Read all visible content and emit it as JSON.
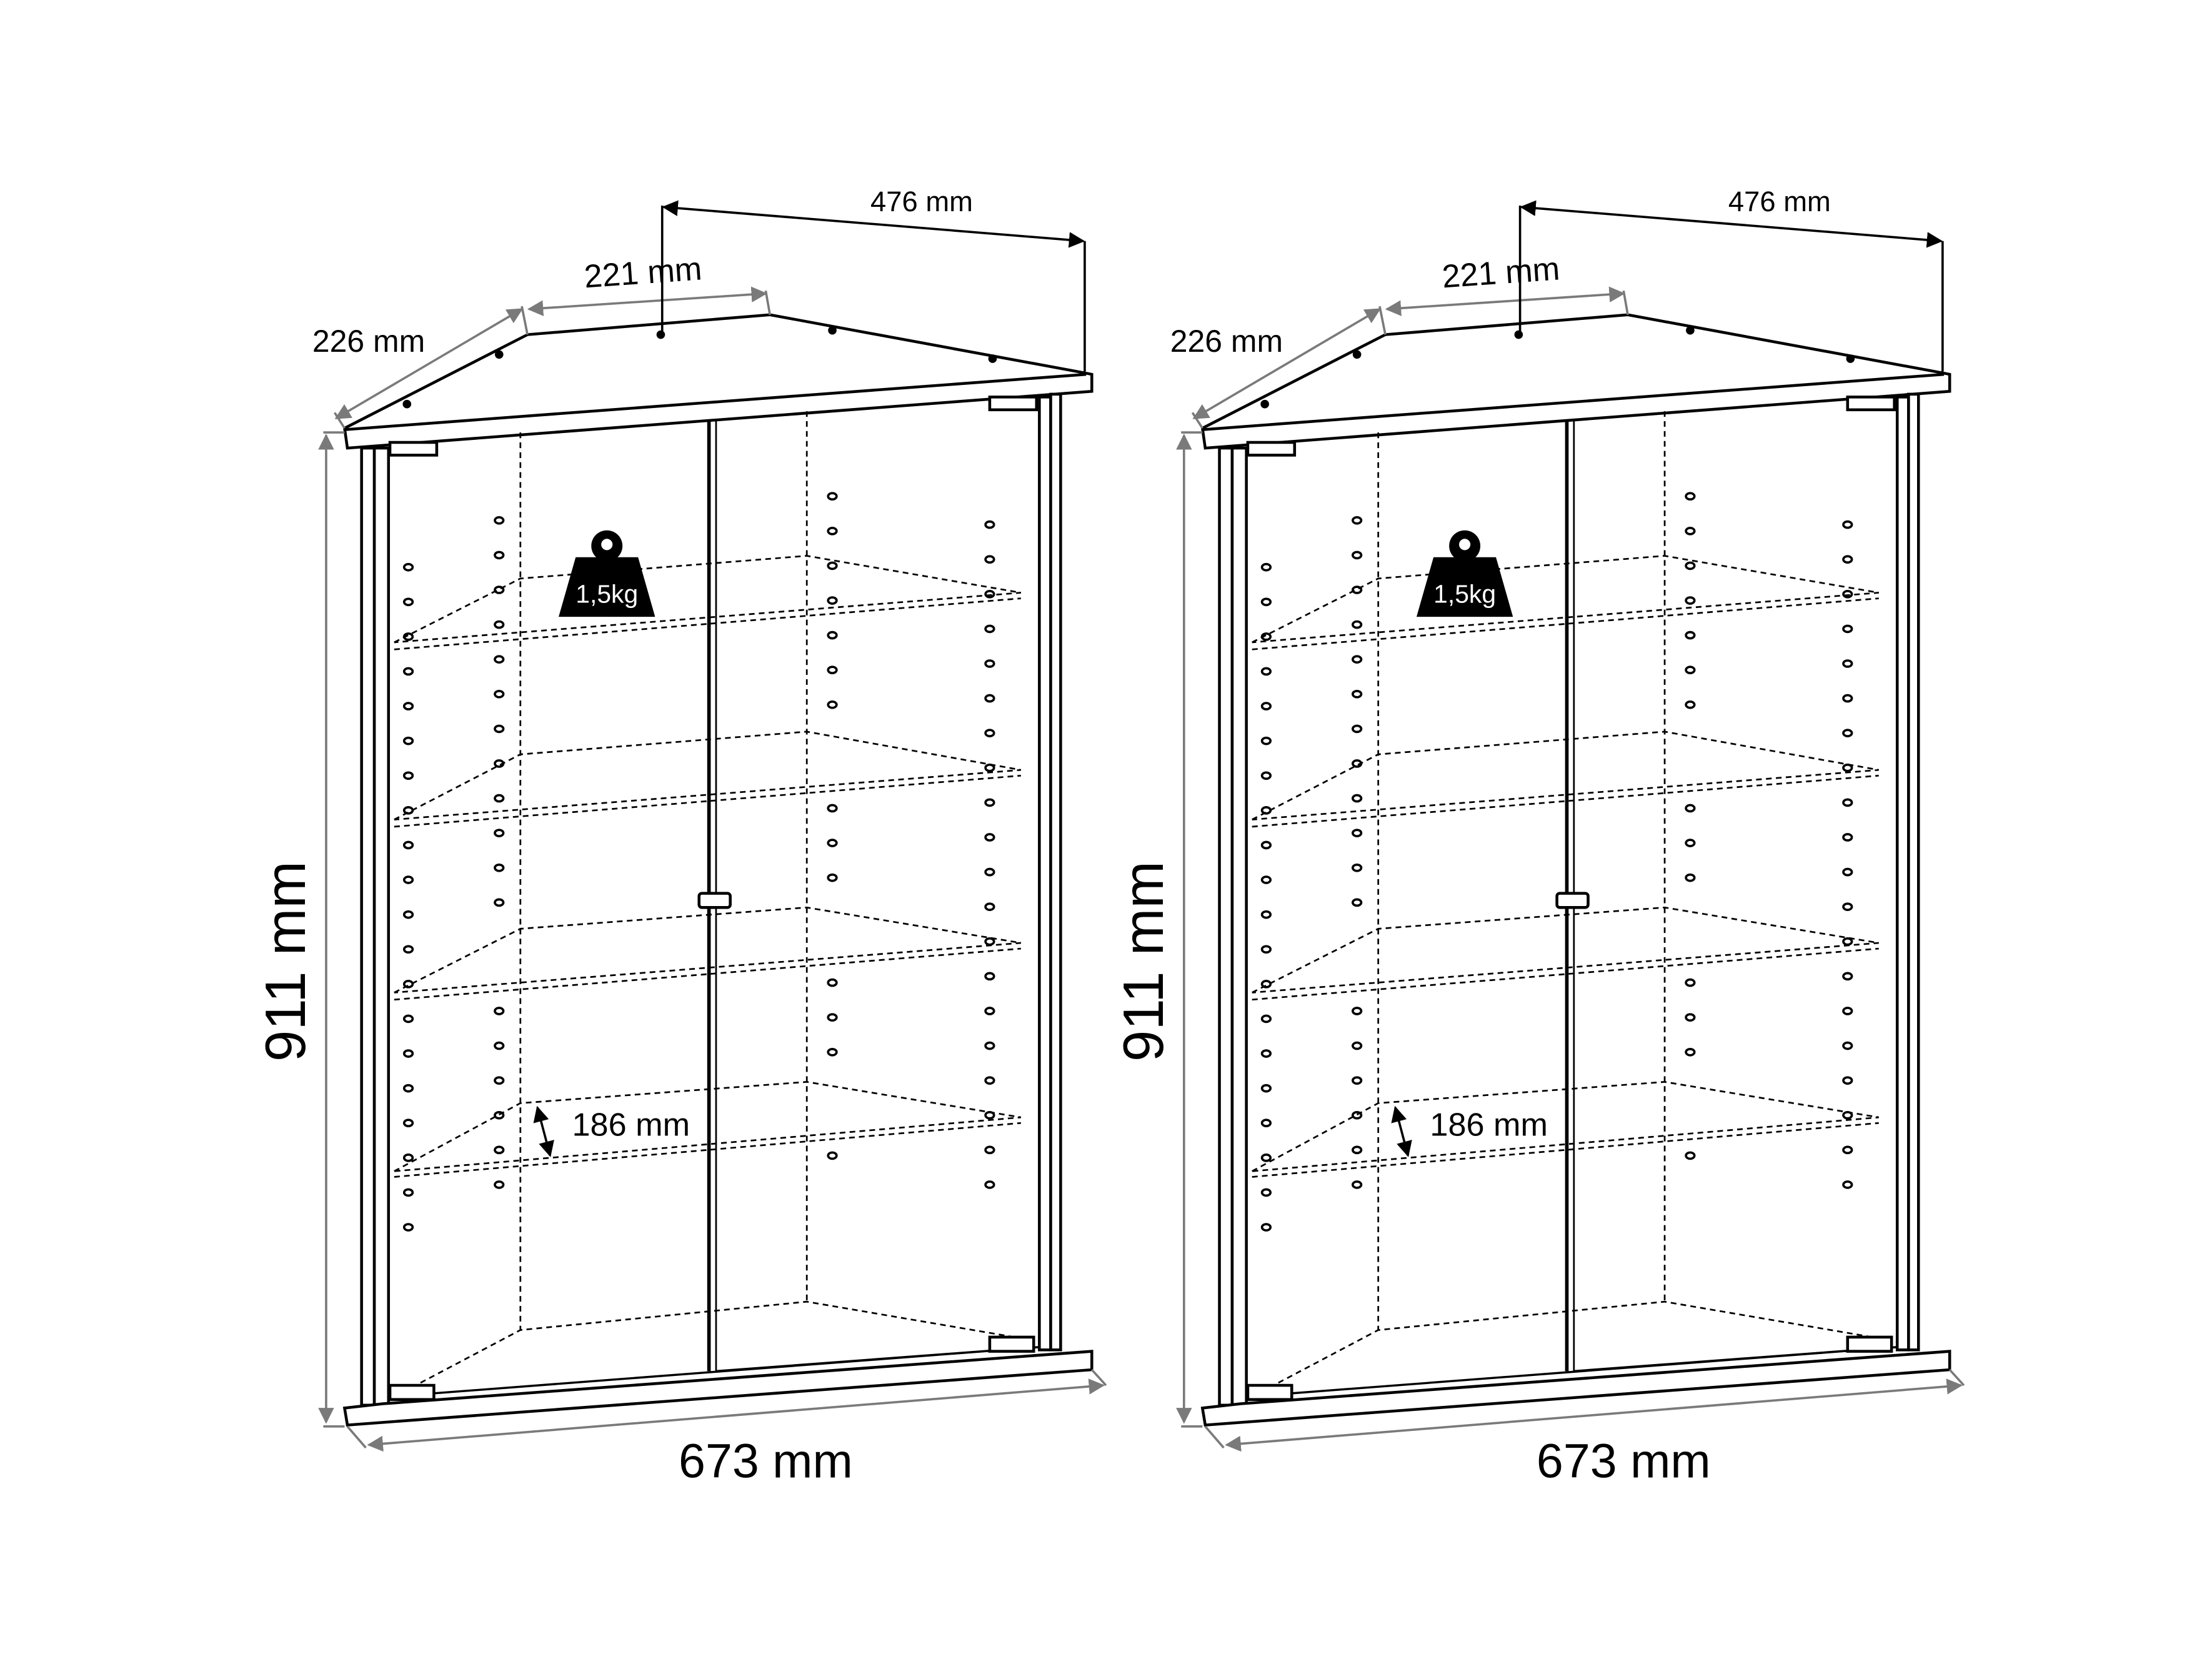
{
  "figure": {
    "views": [
      {
        "height_label": "911 mm",
        "width_label": "673 mm",
        "side_label": "226 mm",
        "front_label": "221 mm",
        "depth_label": "476 mm",
        "shelf_spacing_label": "186 mm",
        "weight_label": "1,5kg"
      },
      {
        "height_label": "911 mm",
        "width_label": "673 mm",
        "side_label": "226 mm",
        "front_label": "221 mm",
        "depth_label": "476 mm",
        "shelf_spacing_label": "186 mm",
        "weight_label": "1,5kg"
      }
    ],
    "colors": {
      "line": "#000000",
      "dimension": "#7a7a7a"
    }
  }
}
